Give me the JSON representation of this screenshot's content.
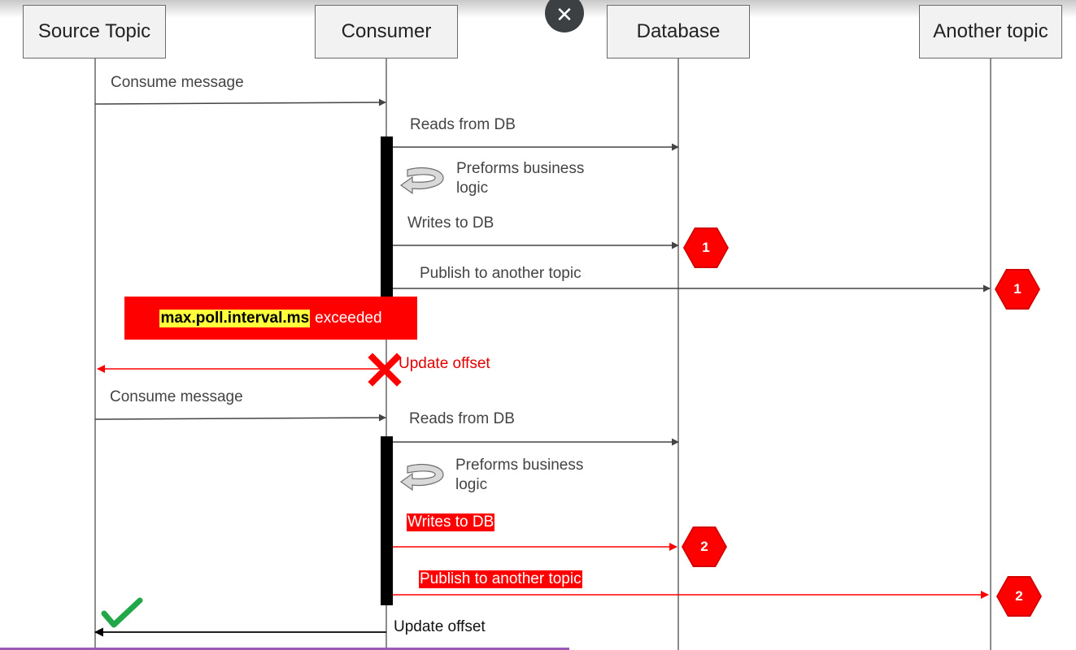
{
  "participants": {
    "source_topic": "Source Topic",
    "consumer": "Consumer",
    "database": "Database",
    "another_topic": "Another topic"
  },
  "close_button": {
    "symbol": "✕"
  },
  "messages": {
    "consume_1": "Consume message",
    "reads_1": "Reads from DB",
    "business_1_line1": "Preforms business",
    "business_1_line2": "logic",
    "writes_1": "Writes to DB",
    "publish_1": "Publish to another topic",
    "update_failed": "Update offset",
    "consume_2": "Consume message",
    "reads_2": "Reads from DB",
    "business_2_line1": "Preforms business",
    "business_2_line2": "logic",
    "writes_2": "Writes to DB",
    "publish_2": "Publish to another topic",
    "update_success": "Update offset"
  },
  "note": {
    "config_key": "max.poll.interval.ms",
    "text": "exceeded"
  },
  "markers": {
    "db_1": "1",
    "topic_1": "1",
    "db_2": "2",
    "topic_2": "2"
  },
  "colors": {
    "arrow": "#444444",
    "error": "#ff0000",
    "highlight": "#ffff3c",
    "success": "#22a84a"
  },
  "icons": {
    "failure": "x-mark-icon",
    "success": "check-mark-icon",
    "self_call": "loop-arrow-icon",
    "close": "close-icon"
  }
}
